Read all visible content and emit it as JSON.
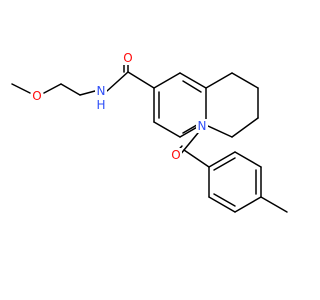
{
  "molecule": {
    "atoms": [
      {
        "id": "O1",
        "label": "O",
        "color": "#ff0d0d",
        "name": "oxygen-methoxy-label"
      },
      {
        "id": "N1",
        "label": "N",
        "color": "#3050f8",
        "name": "nitrogen-amide-label"
      },
      {
        "id": "H1",
        "label": "H",
        "color": "#3050f8",
        "name": "hydrogen-amide-label"
      },
      {
        "id": "O2",
        "label": "O",
        "color": "#ff0d0d",
        "name": "oxygen-carbonyl-amide-label"
      },
      {
        "id": "N2",
        "label": "N",
        "color": "#3050f8",
        "name": "nitrogen-ring-label"
      },
      {
        "id": "O3",
        "label": "O",
        "color": "#ff0d0d",
        "name": "oxygen-carbonyl-benzoyl-label"
      }
    ]
  }
}
